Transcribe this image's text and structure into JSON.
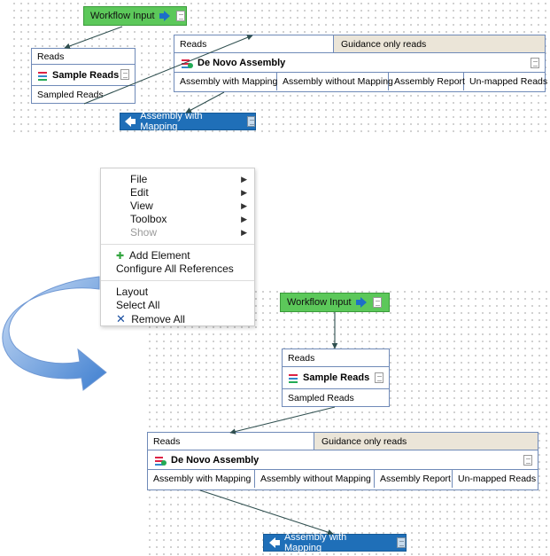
{
  "top_workflow": {
    "workflow_input_label": "Workflow Input",
    "reads_box": {
      "header": "Reads",
      "title": "Sample Reads",
      "output": "Sampled Reads"
    },
    "denovo_box": {
      "input_reads": "Reads",
      "input_guidance": "Guidance only reads",
      "title": "De Novo Assembly",
      "outputs": [
        "Assembly with Mapping",
        "Assembly without Mapping",
        "Assembly Report",
        "Un-mapped Reads"
      ]
    },
    "output_label": "Assembly with Mapping"
  },
  "context_menu": {
    "items": [
      {
        "label": "File",
        "submenu": true,
        "disabled": false
      },
      {
        "label": "Edit",
        "submenu": true,
        "disabled": false
      },
      {
        "label": "View",
        "submenu": true,
        "disabled": false
      },
      {
        "label": "Toolbox",
        "submenu": true,
        "disabled": false
      },
      {
        "label": "Show",
        "submenu": true,
        "disabled": true
      }
    ],
    "add_element": "Add Element",
    "configure_references": "Configure All References",
    "layout": "Layout",
    "select_all": "Select All",
    "remove_all": "Remove All"
  },
  "bottom_workflow": {
    "workflow_input_label": "Workflow Input",
    "reads_box": {
      "header": "Reads",
      "title": "Sample Reads",
      "output": "Sampled Reads"
    },
    "denovo_box": {
      "input_reads": "Reads",
      "input_guidance": "Guidance only reads",
      "title": "De Novo Assembly",
      "outputs": [
        "Assembly with Mapping",
        "Assembly without Mapping",
        "Assembly Report",
        "Un-mapped Reads"
      ]
    },
    "output_label": "Assembly with Mapping"
  },
  "colors": {
    "workflow_input_bg": "#5cc85a",
    "output_bg": "#1f6fb8",
    "box_border": "#6f8ab8",
    "guidance_bg": "#ebe5d8",
    "curve_arrow": "#5b8fd6"
  },
  "icons": {
    "workflow_input": "arrow-right-icon",
    "output": "arrow-left-icon",
    "sample_reads": "sample-reads-icon",
    "denovo": "denovo-assembly-icon",
    "document": "document-icon",
    "add_element": "plus-icon",
    "remove_all": "x-icon",
    "transition": "curved-arrow-icon"
  }
}
